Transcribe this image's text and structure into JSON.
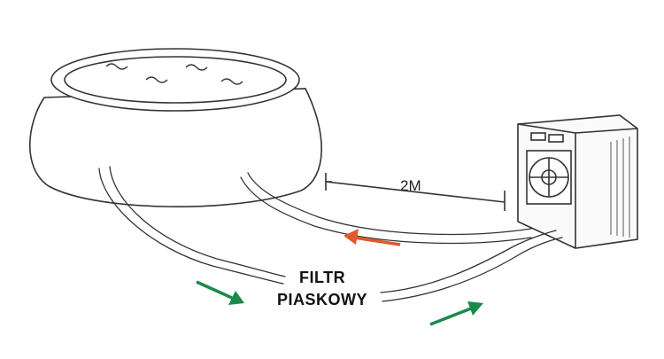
{
  "labels": {
    "distance": "2M",
    "filter_line1": "FILTR",
    "filter_line2": "PIASKOWY"
  },
  "colors": {
    "line": "#333333",
    "return_arrow": "#e05a2b",
    "flow_arrow": "#1a8a4a"
  },
  "icons": [
    "pool-icon",
    "heat-pump-icon",
    "fan-icon",
    "hose-icon",
    "arrow-icon"
  ]
}
